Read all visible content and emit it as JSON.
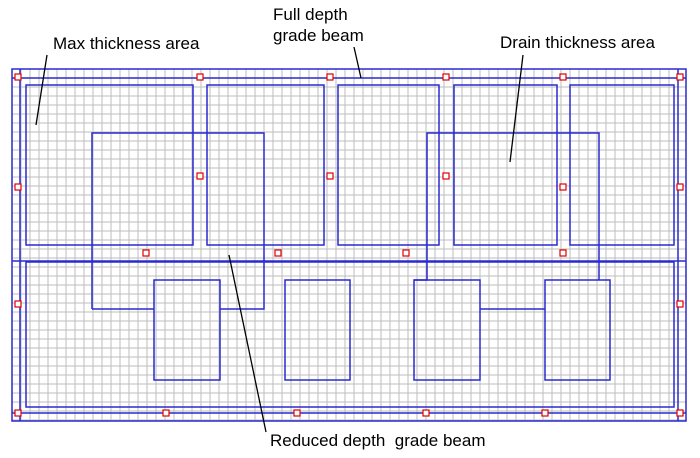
{
  "labels": {
    "max_thickness": "Max thickness area",
    "full_depth_line1": "Full depth",
    "full_depth_line2": "grade beam",
    "drain_thickness": "Drain thickness area",
    "reduced_depth": "Reduced depth  grade beam"
  },
  "colors": {
    "grid": "#bdbdbd",
    "beam": "#2a2ad0",
    "node": "#e00000",
    "text": "#000000"
  }
}
